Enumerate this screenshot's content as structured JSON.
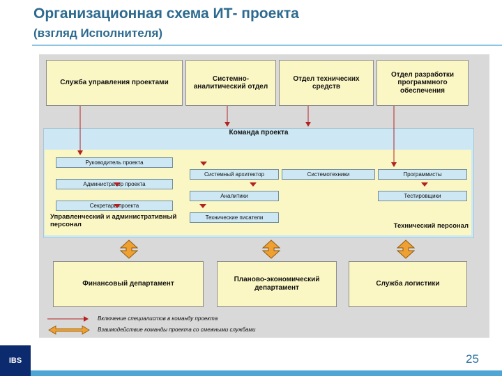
{
  "header": {
    "title": "Организационная схема ИТ- проекта",
    "subtitle": "(взгляд Исполнителя)"
  },
  "departments": [
    "Служба управления проектами",
    "Системно-аналитический отдел",
    "Отдел технических средств",
    "Отдел разработки программного обеспечения"
  ],
  "team": {
    "title": "Команда проекта",
    "management_roles": [
      "Руководитель проекта",
      "Администратор проекта",
      "Секретарь проекта"
    ],
    "management_label": "Управленческий и административный персонал",
    "technical_roles": [
      "Системный архитектор",
      "Системотехники",
      "Программисты",
      "Аналитики",
      "Тестировщики",
      "Технические писатели"
    ],
    "technical_label": "Технический персонал"
  },
  "services": [
    "Финансовый департамент",
    "Планово-экономический департамент",
    "Служба логистики"
  ],
  "legend": {
    "inclusion": "Включение специалистов в команду проекта",
    "interaction": "Взаимодействие команды проекта со смежными службами"
  },
  "footer": {
    "logo": "IBS",
    "page_number": "25"
  },
  "colors": {
    "title": "#2d6a8f",
    "box_yellow": "#fbf7c4",
    "box_blue": "#cde8f4",
    "arrow_red": "#b22222",
    "arrow_orange": "#f0a030",
    "panel_gray": "#d9d9d9"
  }
}
